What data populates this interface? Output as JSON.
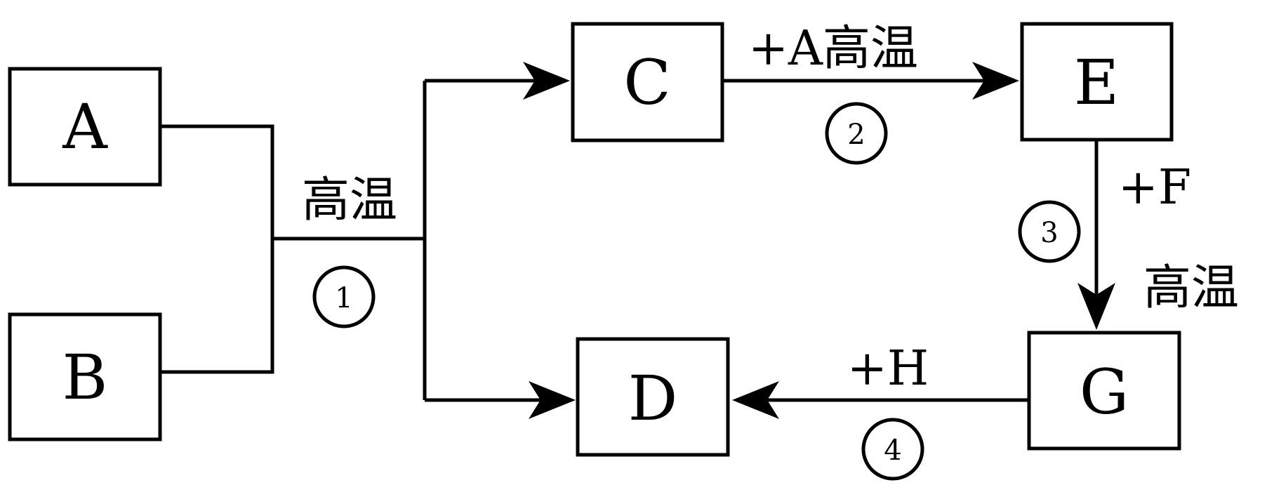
{
  "nodes": {
    "A": "A",
    "B": "B",
    "C": "C",
    "D": "D",
    "E": "E",
    "G": "G"
  },
  "edges": {
    "r1": {
      "condition": "高温",
      "step": "1"
    },
    "r2": {
      "reagent": "+A",
      "condition": "高温",
      "step": "2"
    },
    "r3": {
      "reagent": "+F",
      "condition": "高温",
      "step": "3"
    },
    "r4": {
      "reagent": "+H",
      "step": "4"
    }
  }
}
